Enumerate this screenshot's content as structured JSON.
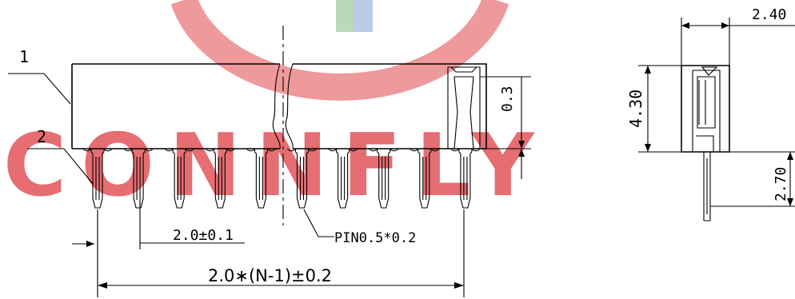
{
  "watermark": {
    "text": "CONNFLY",
    "color": "#e0454a"
  },
  "callouts": {
    "part1": "1",
    "part2": "2"
  },
  "dimensions": {
    "pitch": "2.0±0.1",
    "pin_spec": "PIN0.5*0.2",
    "overall_length": "2.0∗(N-1)±0.2",
    "top_offset": "0.3",
    "width": "2.40",
    "height": "4.30",
    "pin_length": "2.70"
  },
  "pin_count_shown": 10
}
